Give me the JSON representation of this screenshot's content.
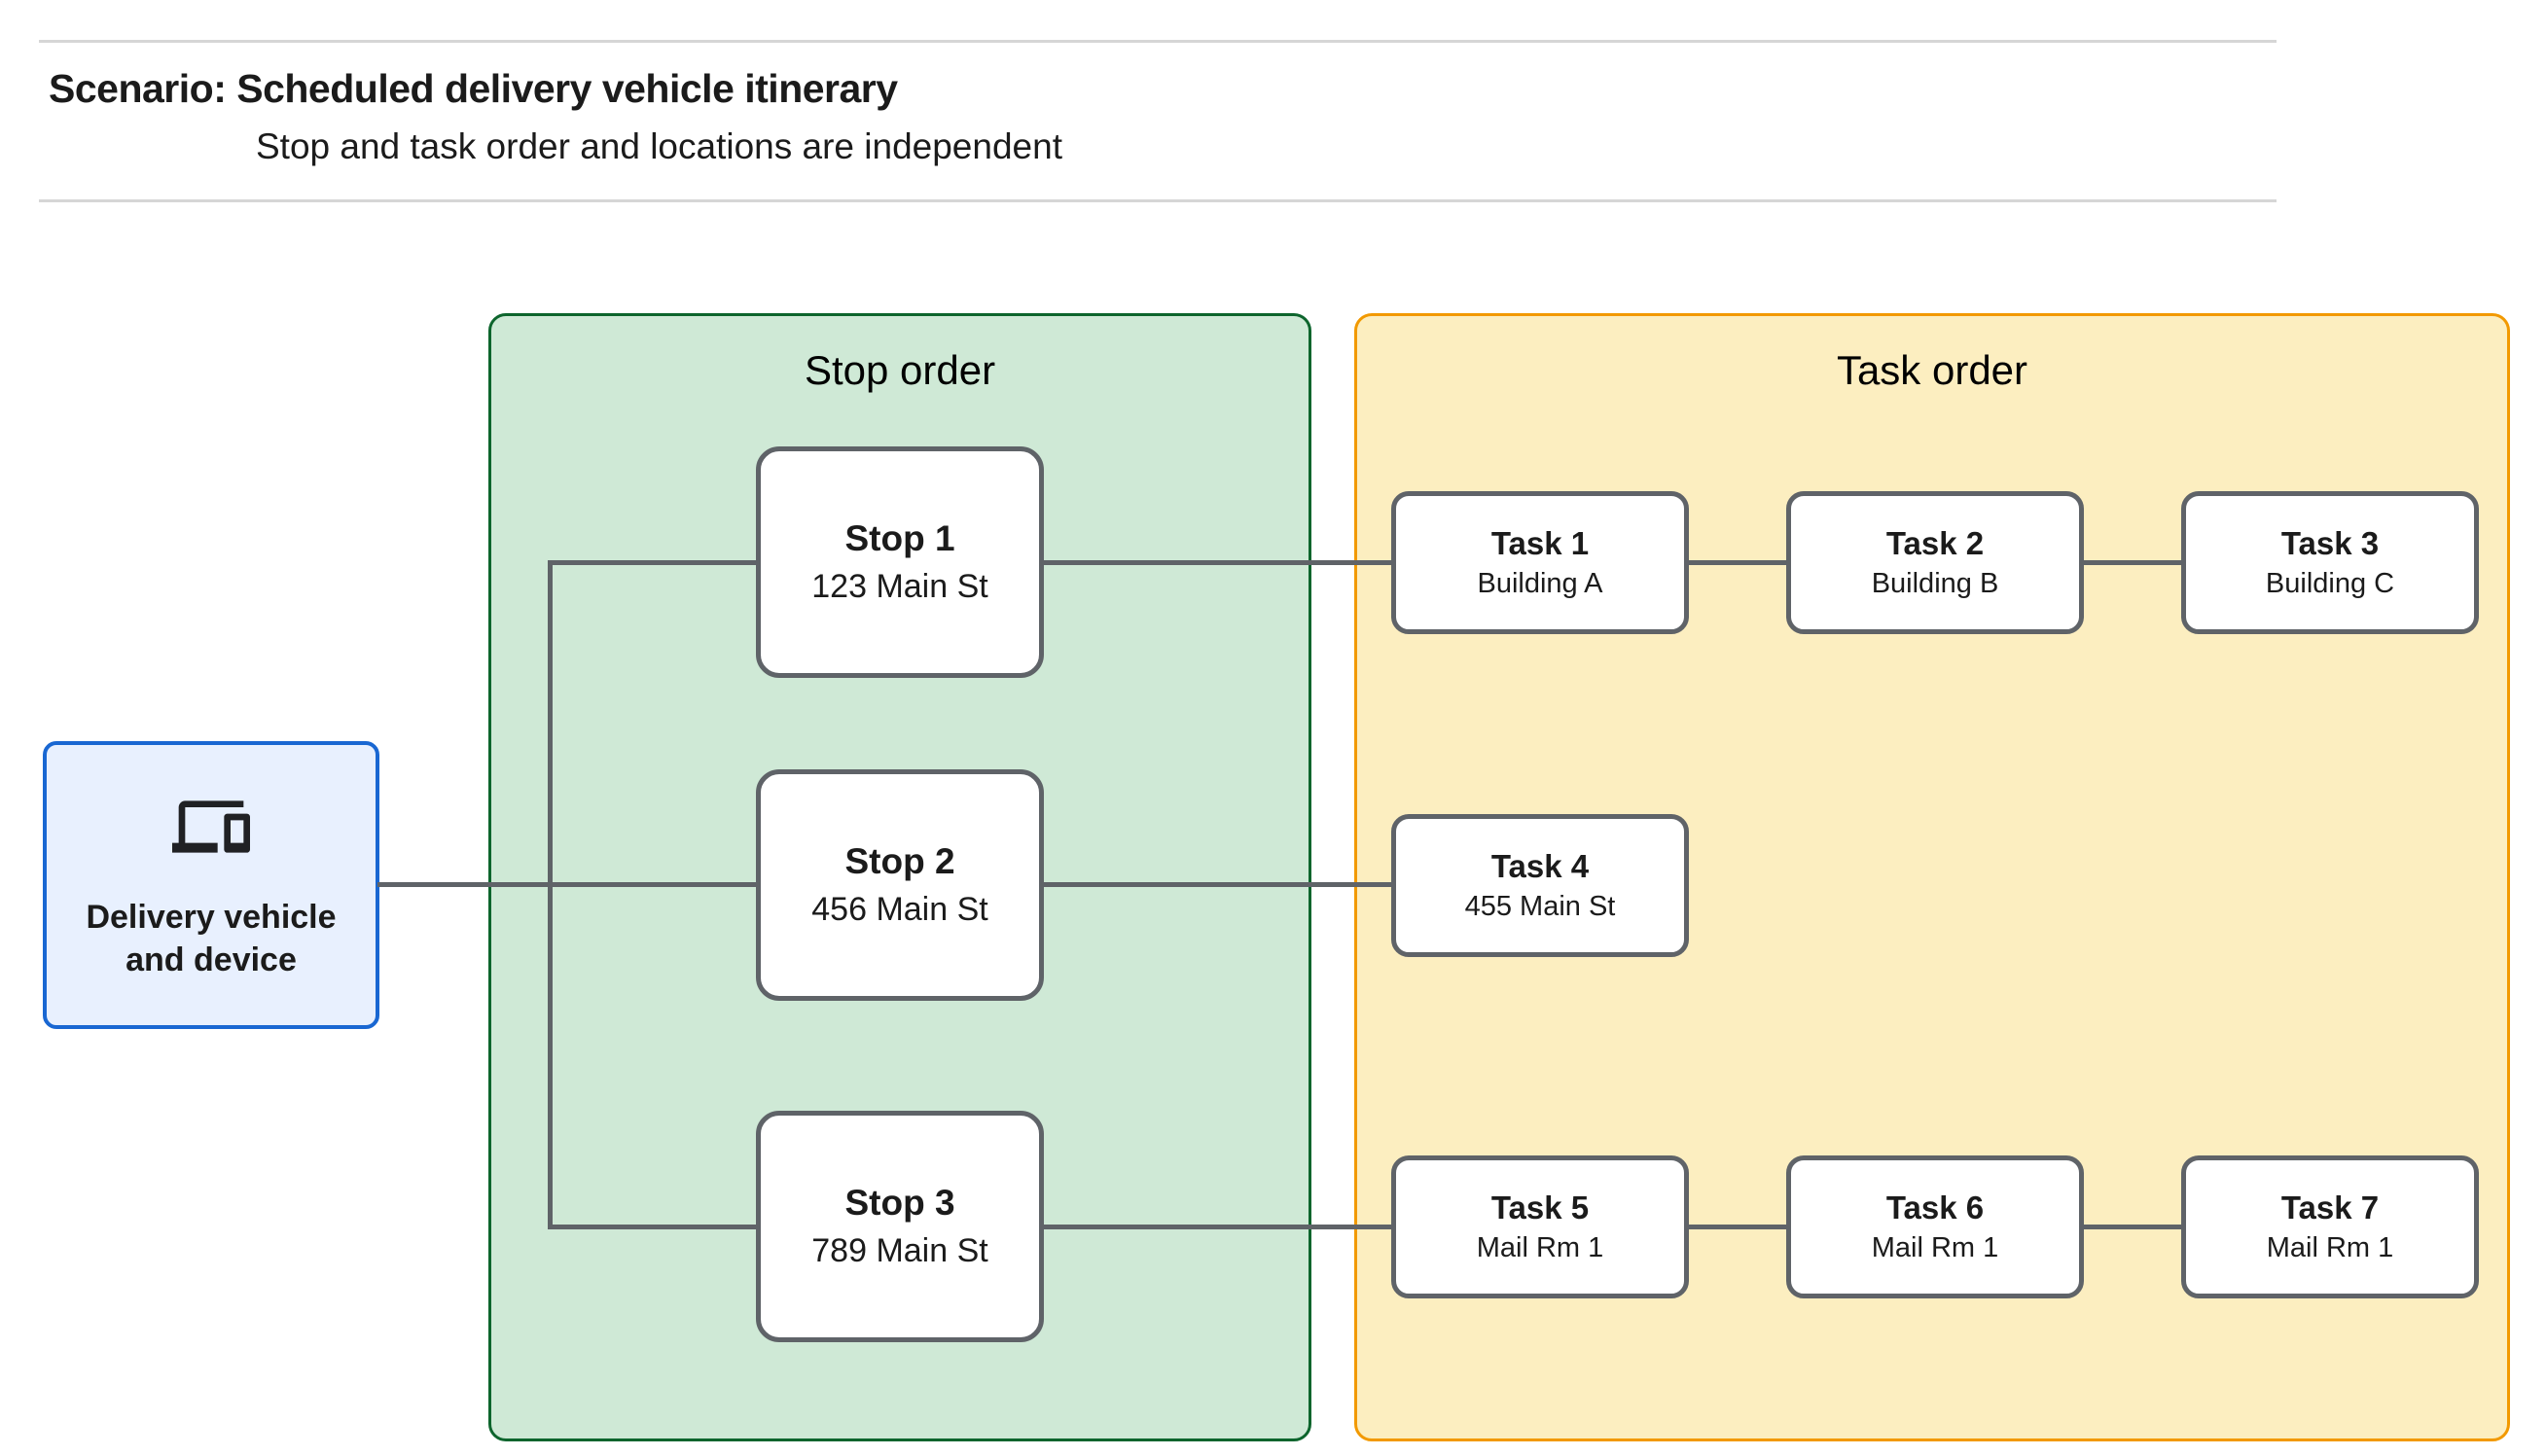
{
  "header": {
    "title": "Scenario: Scheduled delivery vehicle itinerary",
    "subtitle": "Stop and task order and locations are independent"
  },
  "device": {
    "label": "Delivery vehicle and device",
    "icon": "devices-icon"
  },
  "stop_panel": {
    "title": "Stop order",
    "stops": [
      {
        "title": "Stop 1",
        "address": "123 Main St"
      },
      {
        "title": "Stop 2",
        "address": "456 Main St"
      },
      {
        "title": "Stop 3",
        "address": "789 Main St"
      }
    ]
  },
  "task_panel": {
    "title": "Task order",
    "tasks": [
      {
        "title": "Task 1",
        "location": "Building A"
      },
      {
        "title": "Task 2",
        "location": "Building B"
      },
      {
        "title": "Task 3",
        "location": "Building C"
      },
      {
        "title": "Task 4",
        "location": "455 Main St"
      },
      {
        "title": "Task 5",
        "location": "Mail Rm 1"
      },
      {
        "title": "Task 6",
        "location": "Mail Rm 1"
      },
      {
        "title": "Task 7",
        "location": "Mail Rm 1"
      }
    ]
  },
  "colors": {
    "stop_panel_fill": "#cfe9d6",
    "stop_panel_border": "#0d652d",
    "task_panel_fill": "#fceec0",
    "task_panel_border": "#f29900",
    "device_fill": "#e8f0fe",
    "device_border": "#1967d2",
    "node_border": "#5f6368",
    "connector": "#5f6368",
    "divider": "#d6d6d6",
    "text": "#1b1b1b"
  }
}
